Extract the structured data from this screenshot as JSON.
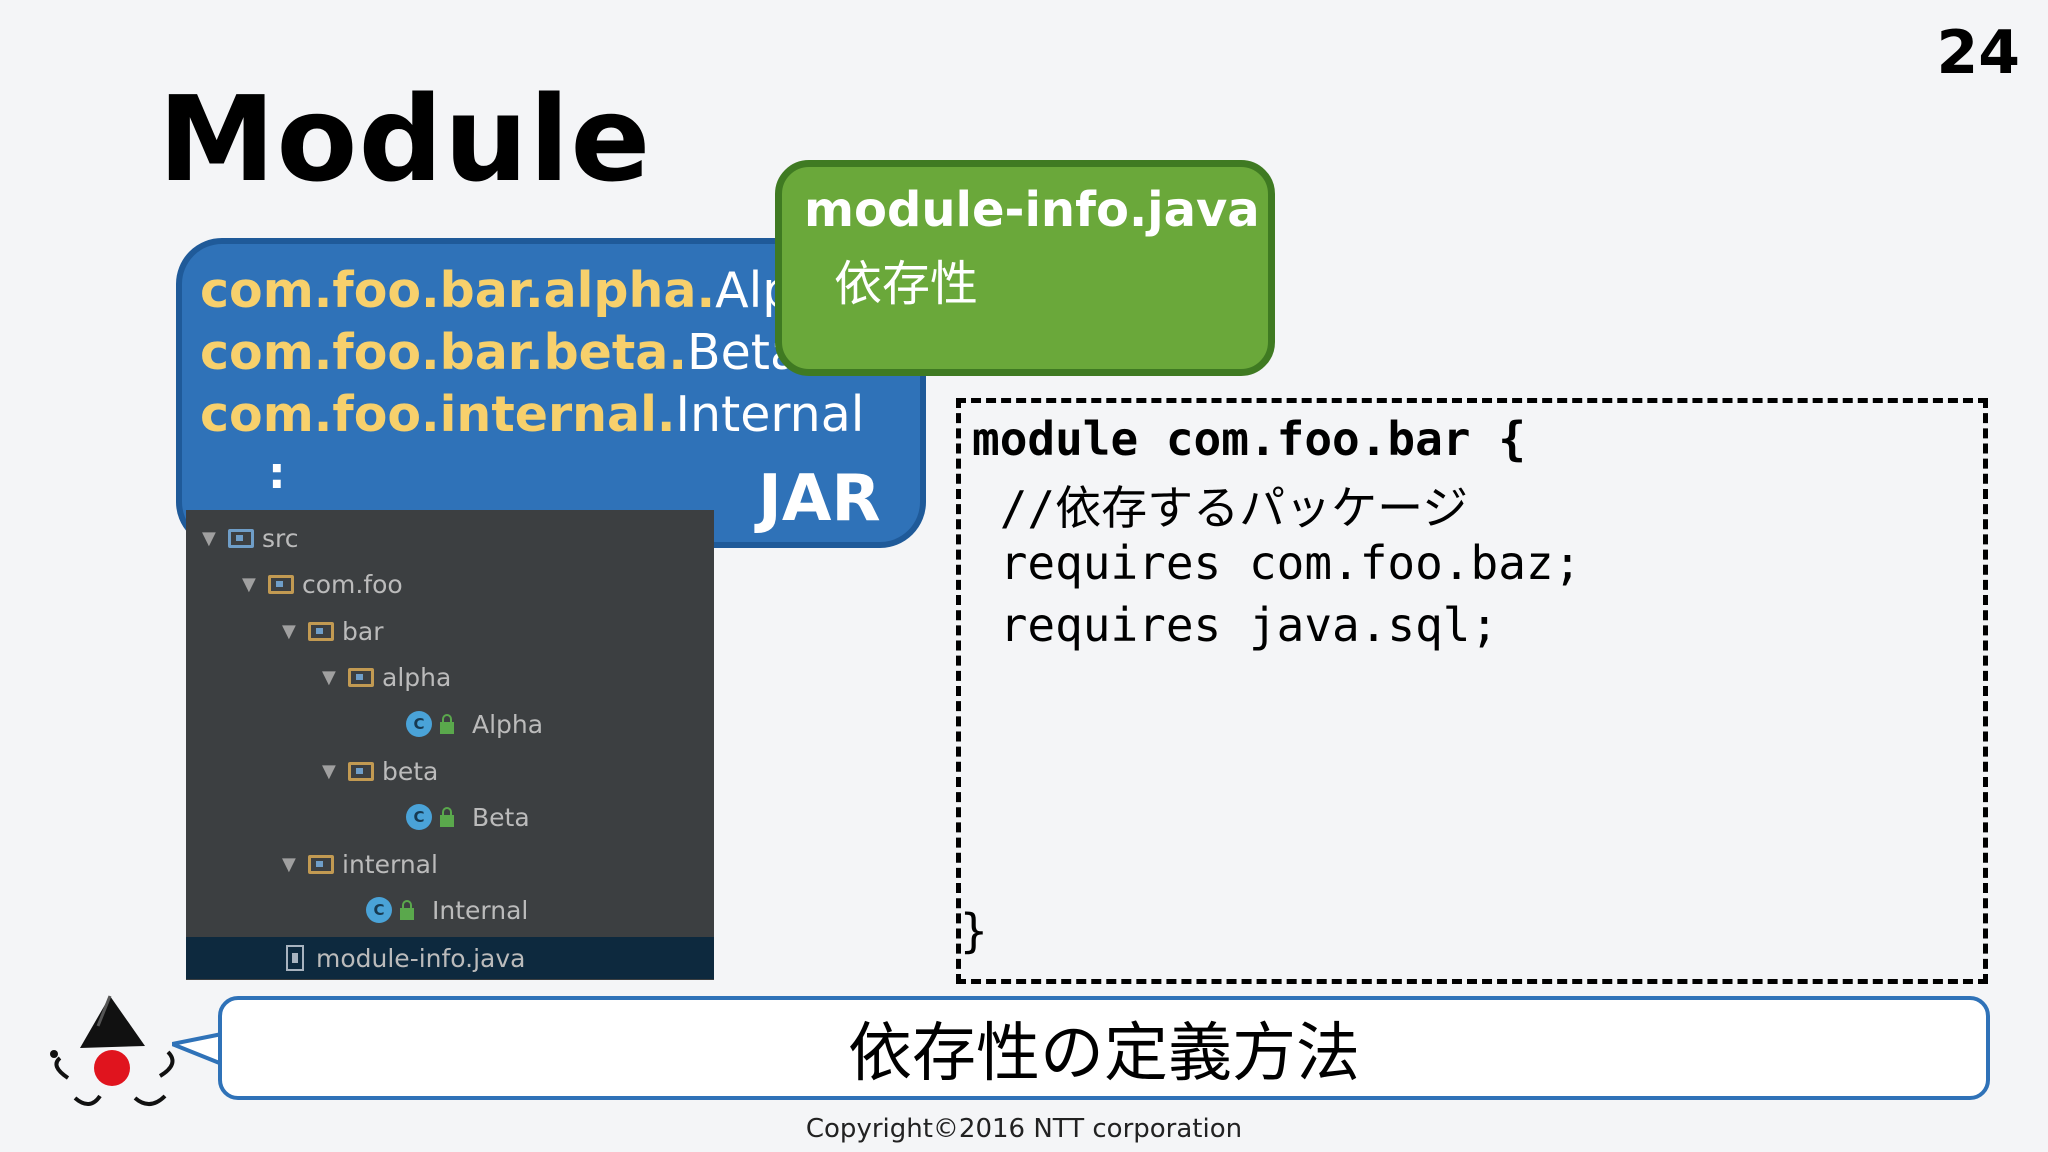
{
  "slide": {
    "title": "Module",
    "page_number": "24",
    "copyright": "Copyright©2016  NTT corporation"
  },
  "jar": {
    "label": "JAR",
    "dots": ":",
    "lines": [
      {
        "pkg": "com.foo.bar.alpha.",
        "cls": "Alpha"
      },
      {
        "pkg": "com.foo.bar.beta.",
        "cls": "Beta"
      },
      {
        "pkg": "com.foo.internal.",
        "cls": "Internal"
      }
    ]
  },
  "module_info_box": {
    "title": "module-info.java",
    "subtitle": "依存性"
  },
  "tree": {
    "items": [
      {
        "label": "src",
        "arrow": "▼"
      },
      {
        "label": "com.foo",
        "arrow": "▼"
      },
      {
        "label": "bar",
        "arrow": "▼"
      },
      {
        "label": "alpha",
        "arrow": "▼"
      },
      {
        "label": "Alpha",
        "icon": "C"
      },
      {
        "label": "beta",
        "arrow": "▼"
      },
      {
        "label": "Beta",
        "icon": "C"
      },
      {
        "label": "internal",
        "arrow": "▼"
      },
      {
        "label": "Internal",
        "icon": "C"
      },
      {
        "label": "module-info.java"
      }
    ]
  },
  "code": {
    "lines": [
      "module com.foo.bar {",
      " //依存するパッケージ",
      " requires com.foo.baz;",
      " requires java.sql;",
      "}"
    ]
  },
  "caption": "依存性の定義方法"
}
